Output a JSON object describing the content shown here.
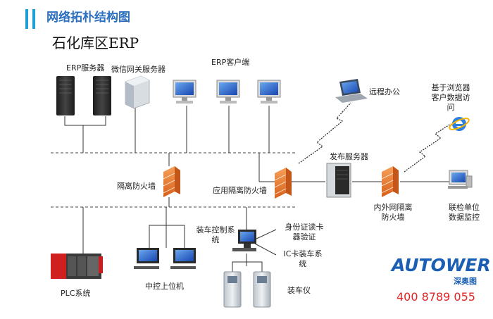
{
  "header": {
    "title": "网络拓朴结构图",
    "subtitle": "石化库区ERP"
  },
  "nodes": {
    "erp_server": "ERP服务器",
    "wechat_gateway": "微信网关服务器",
    "erp_client": "ERP客户端",
    "remote_office": "远程办公",
    "browser_access": [
      "基于浏览器",
      "客户数据访",
      "问"
    ],
    "isolation_firewall": "隔离防火墙",
    "app_isolation_firewall": "应用隔离防火墙",
    "publish_server": "发布服务器",
    "inner_outer_firewall": [
      "内外网隔离",
      "防火墙"
    ],
    "joint_inspection": [
      "联检单位",
      "数据监控"
    ],
    "loading_control": [
      "装车控制系",
      "统"
    ],
    "id_reader": [
      "身份证读卡",
      "器验证"
    ],
    "ic_card_system": [
      "IC卡装车系",
      "统"
    ],
    "loading_meter": "装车仪",
    "plc_system": "PLC系统",
    "central_control": "中控上位机"
  },
  "brand": {
    "logo_text": "AUTOWER",
    "logo_sub": "深奥图",
    "phone": "400 8789 055",
    "color": "#1b5fb4",
    "phone_color": "#e02424"
  },
  "colors": {
    "firewall": "#e8772e",
    "accent": "#1f9fd8",
    "line": "#333333"
  }
}
